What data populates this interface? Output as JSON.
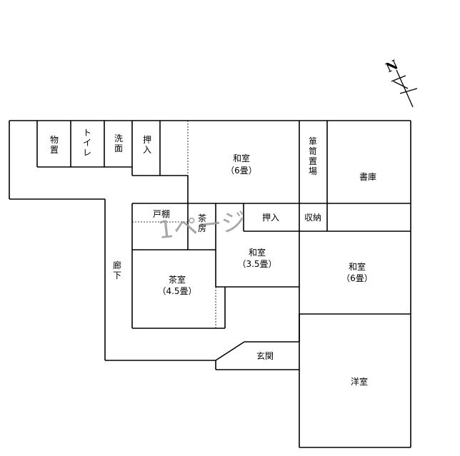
{
  "rooms": {
    "storage": "物置",
    "toilet": "トイレ",
    "washroom": "洗面",
    "closet_north": "押入",
    "washitsu_north_name": "和室",
    "washitsu_north_size": "（6畳）",
    "tansu_room": "箪笥置場",
    "library": "書庫",
    "cupboard": "戸棚",
    "pantry": "茶房",
    "closet_mid": "押入",
    "storage_mid": "収納",
    "washitsu_mid_name": "和室",
    "washitsu_mid_size": "（3.5畳）",
    "washitsu_east_name": "和室",
    "washitsu_east_size": "（6畳）",
    "corridor": "廊下",
    "tea_room_name": "茶室",
    "tea_room_size": "（4.5畳）",
    "entrance": "玄関",
    "western_room": "洋室"
  },
  "watermark": "1ページ",
  "compass": {
    "label": "N",
    "icon": "north-arrow-icon"
  }
}
